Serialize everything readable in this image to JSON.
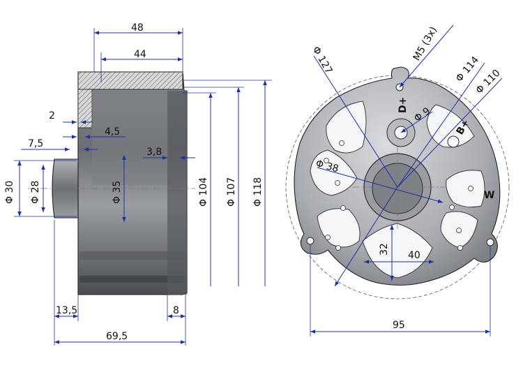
{
  "side_view": {
    "dimensions": {
      "width_48": "48",
      "width_44": "44",
      "depth_2": "2",
      "depth_4_5": "4,5",
      "depth_7_5": "7,5",
      "depth_3_8": "3,8",
      "dia_30": "Φ 30",
      "dia_28": "Φ 28",
      "dia_35": "Φ 35",
      "dia_104": "Φ 104",
      "dia_107": "Φ 107",
      "dia_118": "Φ 118",
      "len_13_5": "13,5",
      "len_8": "8",
      "len_69_5": "69,5"
    }
  },
  "front_view": {
    "dimensions": {
      "dia_127": "Φ 127",
      "bolt_m5": "M5 (3x)",
      "dia_114": "Φ 114",
      "dia_110": "Φ 110",
      "dia_9": "Φ 9",
      "dia_38": "Φ 38",
      "height_32": "32",
      "width_40": "40",
      "width_95": "95"
    },
    "terminal_labels": {
      "d_plus": "D+",
      "b_plus": "B+",
      "w": "W"
    }
  },
  "colors": {
    "dimension": "#1c2fa8",
    "metal_light": "#c9ccd1",
    "metal_dark": "#4a4d52"
  }
}
